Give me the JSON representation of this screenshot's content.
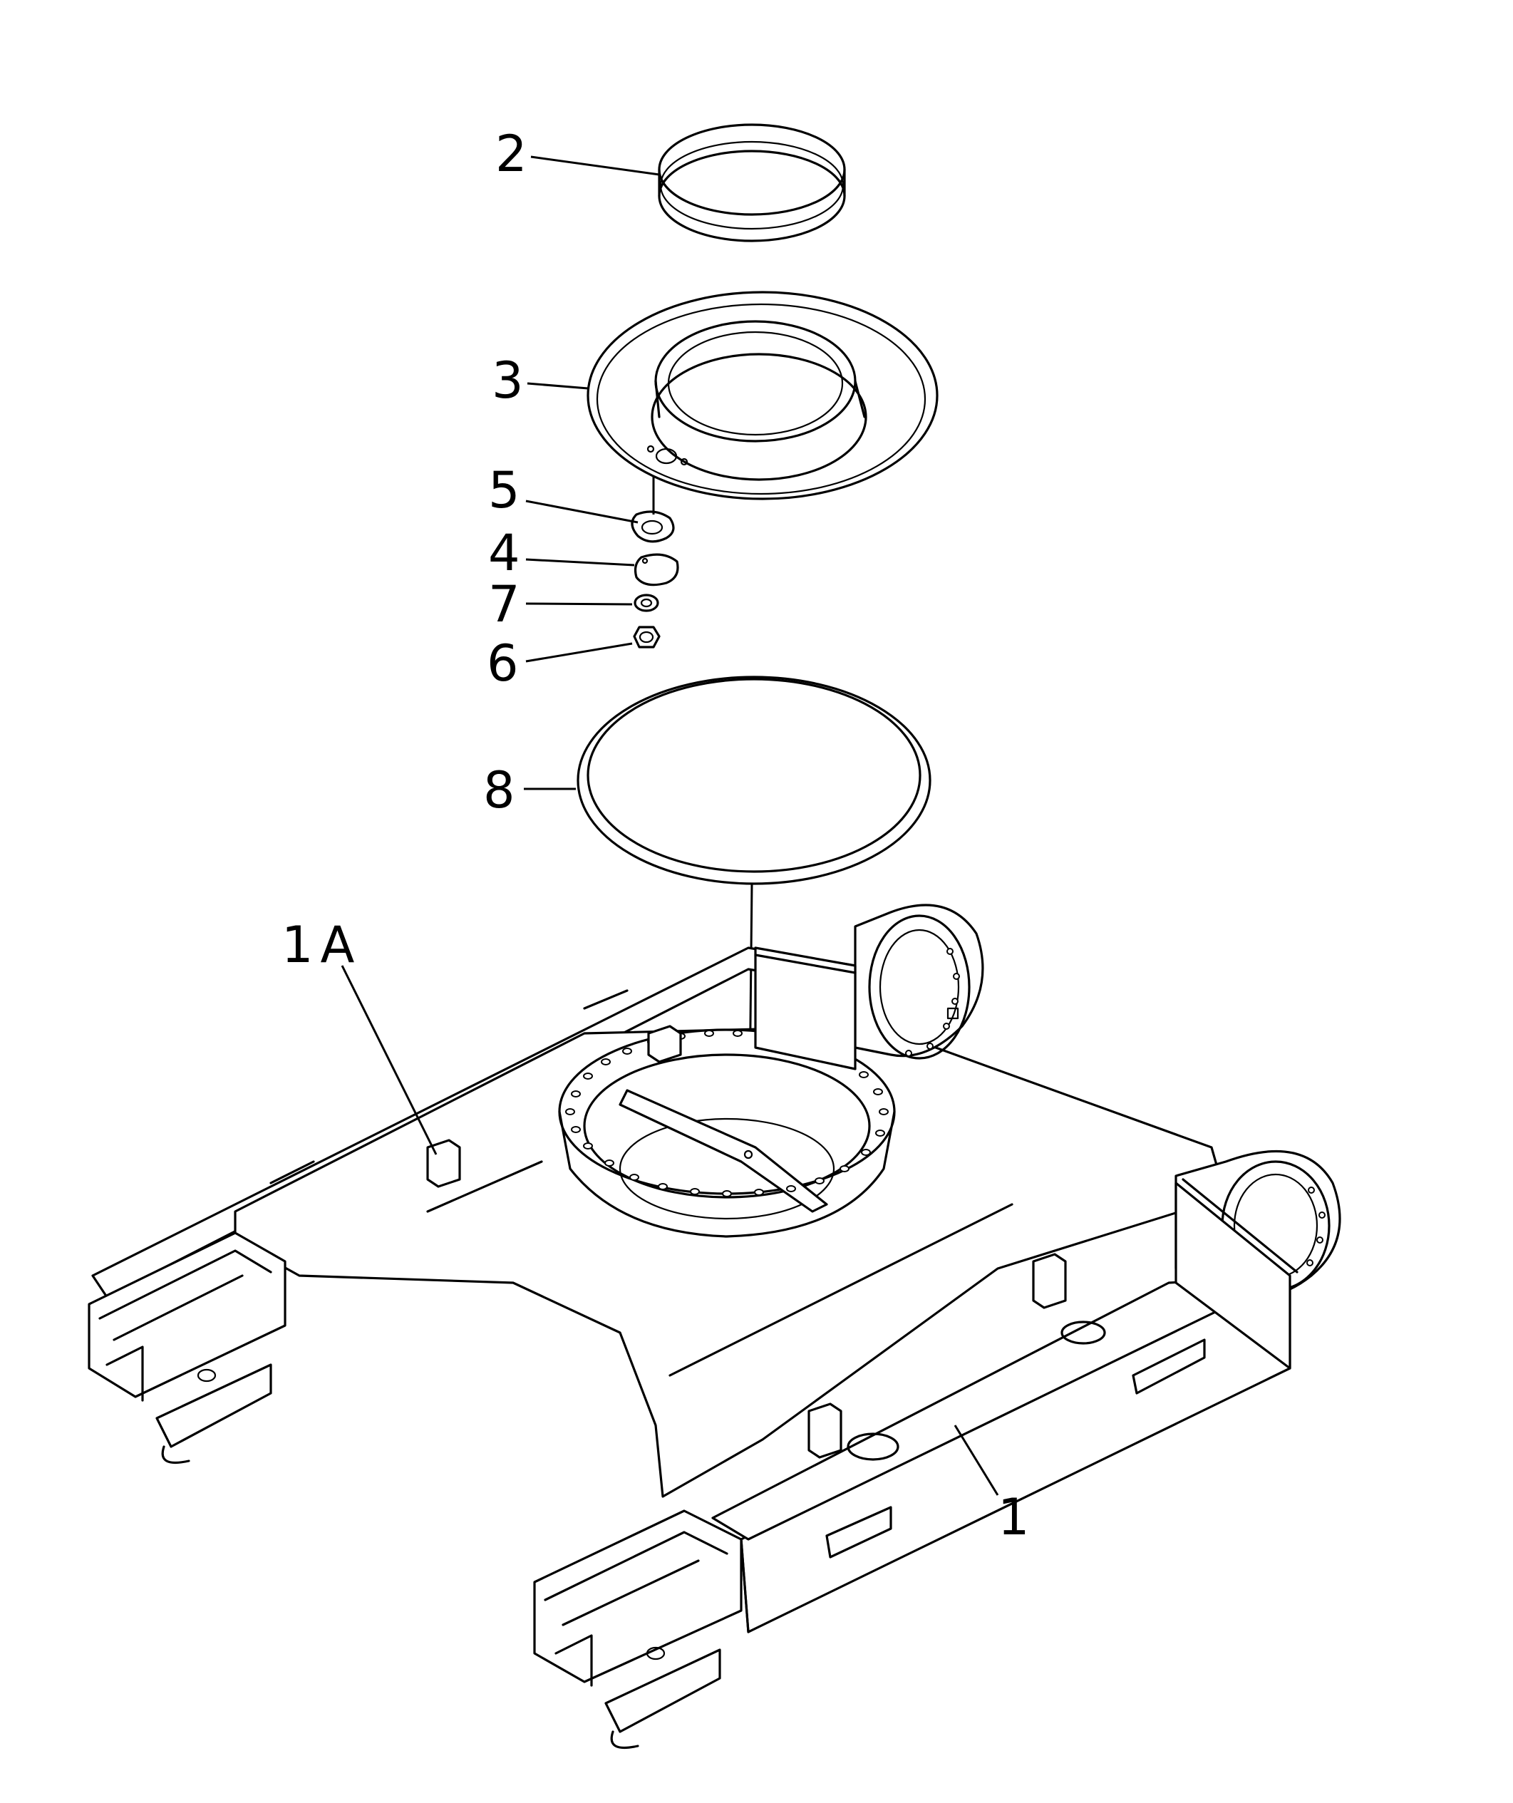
{
  "figure": {
    "callouts": [
      {
        "id": "2",
        "label": "2"
      },
      {
        "id": "3",
        "label": "3"
      },
      {
        "id": "5",
        "label": "5"
      },
      {
        "id": "4",
        "label": "4"
      },
      {
        "id": "7",
        "label": "7"
      },
      {
        "id": "6",
        "label": "6"
      },
      {
        "id": "8",
        "label": "8"
      },
      {
        "id": "1A",
        "label": "1A"
      },
      {
        "id": "1",
        "label": "1"
      }
    ]
  }
}
